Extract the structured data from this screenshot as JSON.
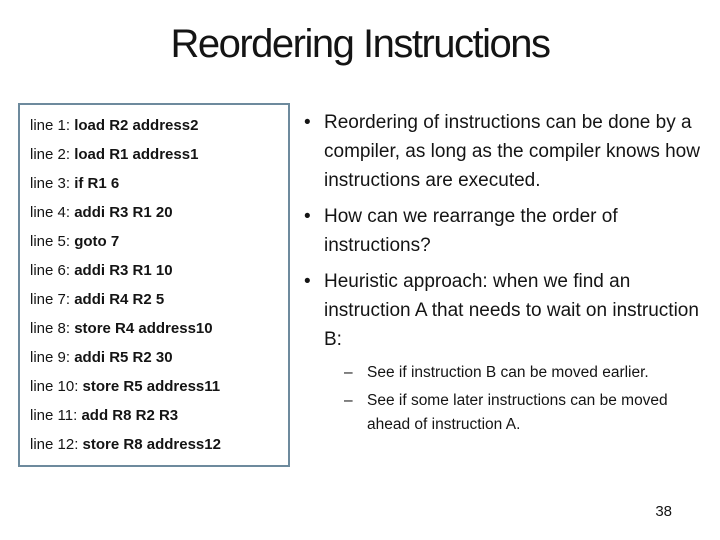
{
  "title": "Reordering Instructions",
  "page_number": "38",
  "colors": {
    "background": "#ffffff",
    "text": "#141414",
    "code_box_border": "#6d8a9d"
  },
  "bullet_markers": {
    "level1": "•",
    "level2": "–"
  },
  "code_box": {
    "lines": [
      {
        "label": "line 1:",
        "instruction": "load R2 address2"
      },
      {
        "label": "line 2:",
        "instruction": "load R1 address1"
      },
      {
        "label": "line 3:",
        "instruction": "if R1 6"
      },
      {
        "label": "line 4:",
        "instruction": "addi R3 R1 20"
      },
      {
        "label": "line 5:",
        "instruction": "goto 7"
      },
      {
        "label": "line 6:",
        "instruction": "addi R3 R1 10"
      },
      {
        "label": "line 7:",
        "instruction": "addi R4 R2 5"
      },
      {
        "label": "line 8:",
        "instruction": "store R4 address10"
      },
      {
        "label": "line 9:",
        "instruction": "addi R5 R2 30"
      },
      {
        "label": "line 10:",
        "instruction": "store R5 address11"
      },
      {
        "label": "line 11:",
        "instruction": "add R8 R2 R3"
      },
      {
        "label": "line 12:",
        "instruction": "store R8 address12"
      }
    ]
  },
  "bullets": [
    {
      "level": 1,
      "text": "Reordering of instructions can be done by a compiler, as long as the compiler knows how instructions are executed."
    },
    {
      "level": 1,
      "text": "How can we rearrange the order of instructions?"
    },
    {
      "level": 1,
      "text": "Heuristic approach: when we find an instruction A that needs to wait on instruction B:"
    },
    {
      "level": 2,
      "text": "See if instruction B can be moved earlier."
    },
    {
      "level": 2,
      "text": "See if some later instructions can be moved ahead of instruction A."
    }
  ]
}
